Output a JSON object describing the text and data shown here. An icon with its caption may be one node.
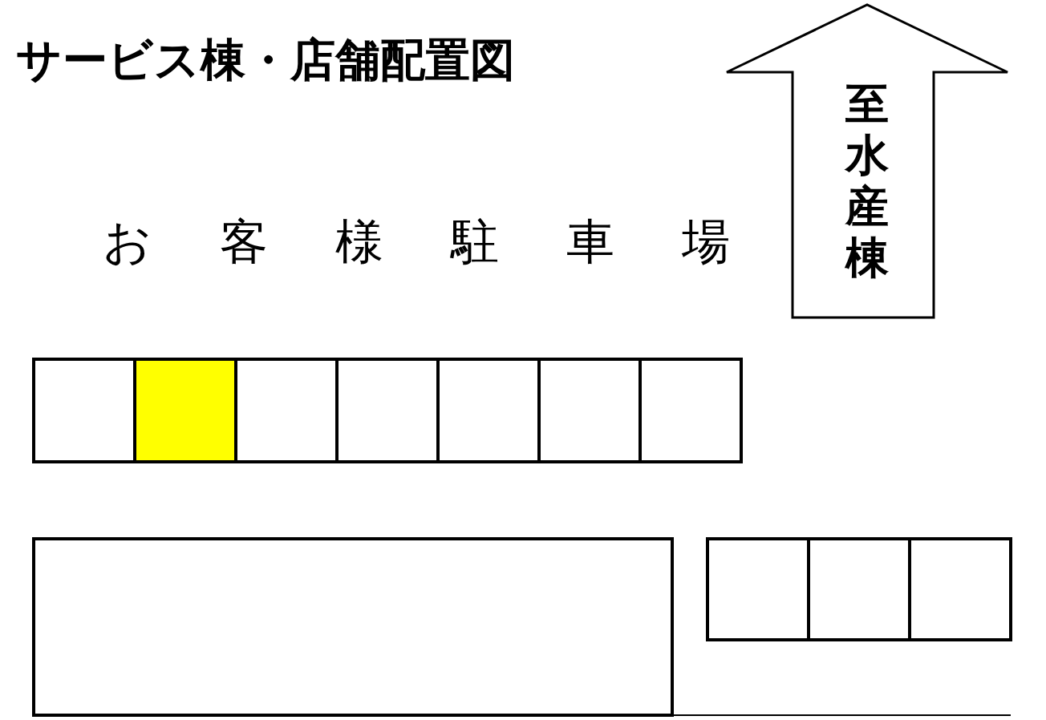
{
  "diagram": {
    "title": "サービス棟・店舗配置図",
    "nodes": [
      {
        "text": [
          "至水産棟"
        ]
      }
    ],
    "labels": [
      "お客様駐車場"
    ]
  }
}
